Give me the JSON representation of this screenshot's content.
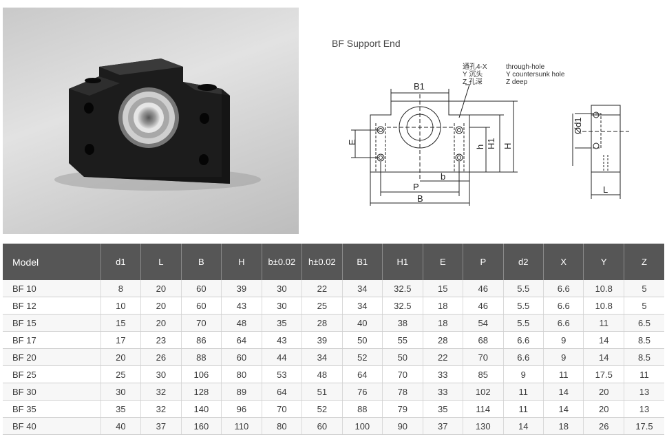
{
  "title": "BF Support End",
  "notes": [
    {
      "cn": "通孔4-X",
      "en": "through-hole"
    },
    {
      "cn": "Y 沉头",
      "en": "Y countersunk hole"
    },
    {
      "cn": "Z 孔深",
      "en": "Z deep"
    }
  ],
  "dimension_labels": {
    "B1": "B1",
    "E": "E",
    "h": "h",
    "H1": "H1",
    "H": "H",
    "b": "b",
    "P": "P",
    "B": "B",
    "d1": "Ød1",
    "L": "L"
  },
  "table": {
    "headers": [
      "Model",
      "d1",
      "L",
      "B",
      "H",
      "b±0.02",
      "h±0.02",
      "B1",
      "H1",
      "E",
      "P",
      "d2",
      "X",
      "Y",
      "Z"
    ],
    "rows": [
      [
        "BF 10",
        "8",
        "20",
        "60",
        "39",
        "30",
        "22",
        "34",
        "32.5",
        "15",
        "46",
        "5.5",
        "6.6",
        "10.8",
        "5"
      ],
      [
        "BF 12",
        "10",
        "20",
        "60",
        "43",
        "30",
        "25",
        "34",
        "32.5",
        "18",
        "46",
        "5.5",
        "6.6",
        "10.8",
        "5"
      ],
      [
        "BF 15",
        "15",
        "20",
        "70",
        "48",
        "35",
        "28",
        "40",
        "38",
        "18",
        "54",
        "5.5",
        "6.6",
        "11",
        "6.5"
      ],
      [
        "BF 17",
        "17",
        "23",
        "86",
        "64",
        "43",
        "39",
        "50",
        "55",
        "28",
        "68",
        "6.6",
        "9",
        "14",
        "8.5"
      ],
      [
        "BF 20",
        "20",
        "26",
        "88",
        "60",
        "44",
        "34",
        "52",
        "50",
        "22",
        "70",
        "6.6",
        "9",
        "14",
        "8.5"
      ],
      [
        "BF 25",
        "25",
        "30",
        "106",
        "80",
        "53",
        "48",
        "64",
        "70",
        "33",
        "85",
        "9",
        "11",
        "17.5",
        "11"
      ],
      [
        "BF 30",
        "30",
        "32",
        "128",
        "89",
        "64",
        "51",
        "76",
        "78",
        "33",
        "102",
        "11",
        "14",
        "20",
        "13"
      ],
      [
        "BF 35",
        "35",
        "32",
        "140",
        "96",
        "70",
        "52",
        "88",
        "79",
        "35",
        "114",
        "11",
        "14",
        "20",
        "13"
      ],
      [
        "BF 40",
        "40",
        "37",
        "160",
        "110",
        "80",
        "60",
        "100",
        "90",
        "37",
        "130",
        "14",
        "18",
        "26",
        "17.5"
      ]
    ]
  }
}
